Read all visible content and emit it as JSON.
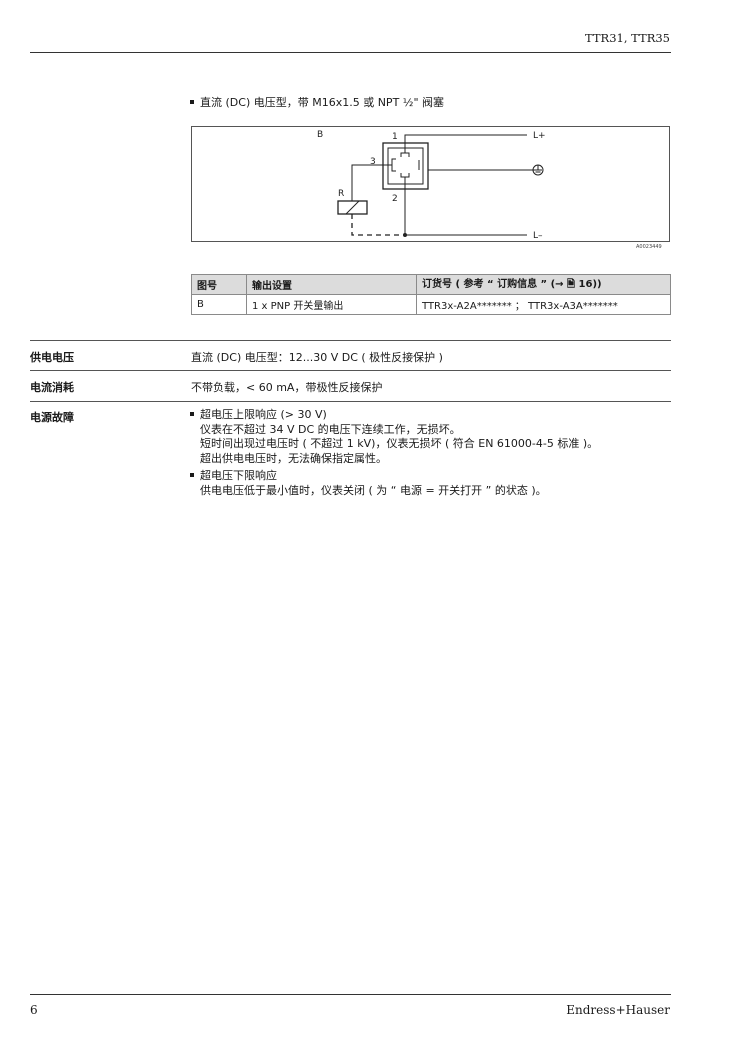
{
  "header": {
    "title": "TTR31, TTR35"
  },
  "intro_bullet": "直流 (DC) 电压型，带 M16x1.5 或 NPT ½\" 阀塞",
  "diagram": {
    "label_b": "B",
    "pin1": "1",
    "pin2": "2",
    "pin3": "3",
    "label_r": "R",
    "label_lplus": "L+",
    "label_lminus": "L–",
    "ground_symbol": "⏚",
    "figure_code": "A0023449"
  },
  "table": {
    "headers": [
      "图号",
      "输出设置",
      "订货号 ( 参考 “ 订购信息 ” (→ 🗎 16))"
    ],
    "rows": [
      [
        "B",
        "1 x PNP 开关量输出",
        "TTR3x-A2A*******  ；  TTR3x-A3A*******"
      ]
    ]
  },
  "sections": {
    "supply_voltage": {
      "label": "供电电压",
      "value": "直流 (DC) 电压型：12...30 V DC ( 极性反接保护 )"
    },
    "current_consumption": {
      "label": "电流消耗",
      "value": "不带负载，< 60 mA，带极性反接保护"
    },
    "power_failure": {
      "label": "电源故障",
      "bullets": [
        {
          "title": "超电压上限响应 (> 30 V)",
          "lines": [
            "仪表在不超过 34 V DC 的电压下连续工作，无损坏。",
            "短时间出现过电压时 ( 不超过 1 kV)，仪表无损坏 ( 符合 EN 61000-4-5 标准 )。",
            "超出供电电压时，无法确保指定属性。"
          ]
        },
        {
          "title": "超电压下限响应",
          "lines": [
            "供电电压低于最小值时，仪表关闭 ( 为 “ 电源 = 开关打开 ” 的状态 )。"
          ]
        }
      ]
    }
  },
  "footer": {
    "page_number": "6",
    "brand": "Endress+Hauser"
  }
}
